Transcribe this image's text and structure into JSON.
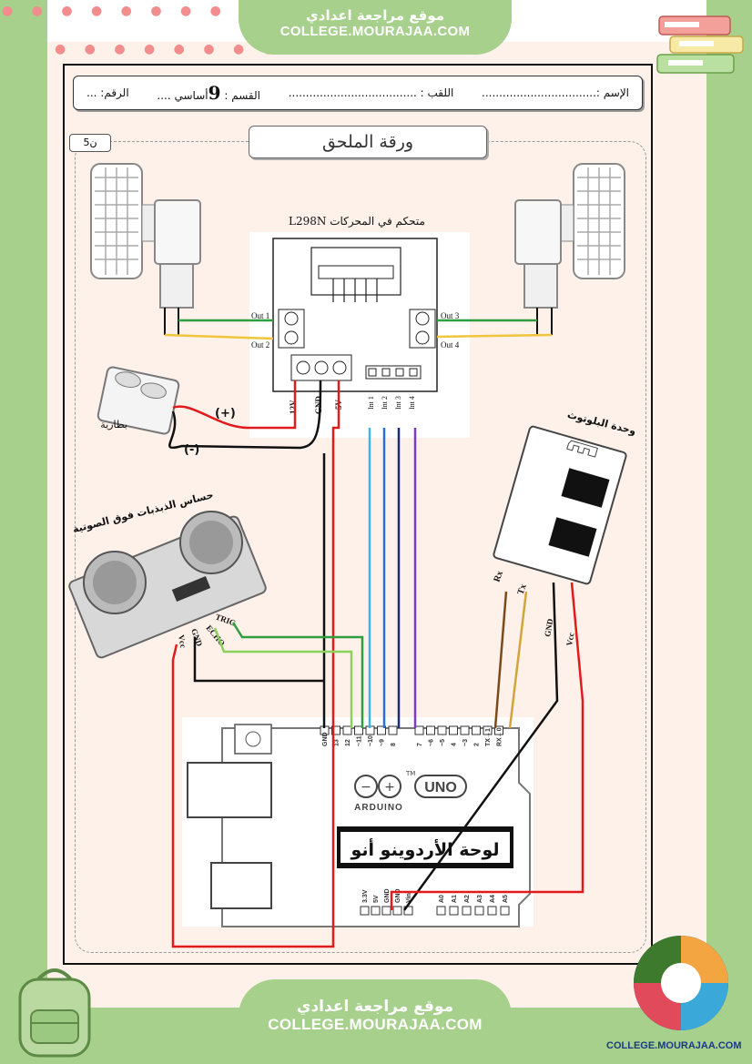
{
  "site": {
    "name_ar": "موقع مراجعة اعدادي",
    "domain": "COLLEGE.MOURAJAA.COM",
    "logo_text": "COLLEGE.MOURAJAA.COM"
  },
  "header": {
    "name_label": "الإسم :.................................",
    "surname_label": "اللقب : .....................................",
    "section_label": "القسم :",
    "section_value": "9",
    "section_suffix": "أساسي ....",
    "number_label": "الرقم: ..."
  },
  "title": "ورقة الملحق",
  "grade": "5ن",
  "labels": {
    "driver": "L298N متحكم في المحركات",
    "battery": "بطارية",
    "plus": "(+)",
    "minus": "(-)",
    "ultrasonic": "حساس الذبذبات فوق الصوتية",
    "bluetooth": "وحدة البلوتوث",
    "arduino": "لوحة الأردوينو أنو",
    "out1": "Out 1",
    "out2": "Out 2",
    "out3": "Out 3",
    "out4": "Out 4",
    "v12": "12V",
    "gnd": "GND",
    "v5": "5V",
    "in1": "Int 1",
    "in2": "Int 2",
    "in3": "Int 3",
    "in4": "Int 4",
    "trig": "TRIG",
    "echo": "ECHO",
    "us_gnd": "GND",
    "us_vcc": "Vcc",
    "rx": "Rx",
    "tx": "Tx",
    "bt_gnd": "GND",
    "bt_vcc": "Vcc",
    "uno": "UNO",
    "tm": "TM",
    "arduino_brand": "ARDUINO"
  },
  "arduino_top_pins": [
    "GND",
    "13",
    "12",
    "~11",
    "~10",
    "~9",
    "8",
    "7",
    "~6",
    "~5",
    "4",
    "~3",
    "2",
    "TX→1",
    "RX←0"
  ],
  "arduino_bottom_pins": [
    "3.3V",
    "5V",
    "GND",
    "GND",
    "Vin",
    "A0",
    "A1",
    "A2",
    "A3",
    "A4",
    "A5"
  ],
  "colors": {
    "green_frame": "#a6d08b",
    "page_bg": "#fdf1ea",
    "wire_red": "#e01b1b",
    "wire_green": "#2e9e3e",
    "wire_yellow": "#f0c53b",
    "wire_lightgreen": "#8bd15c",
    "wire_blue": "#2b6fd6",
    "wire_cyan": "#3fb4e8",
    "wire_navy": "#1c2a7a",
    "wire_purple": "#7a3cc8",
    "wire_brown": "#7a4a1c",
    "wire_black": "#111111"
  }
}
